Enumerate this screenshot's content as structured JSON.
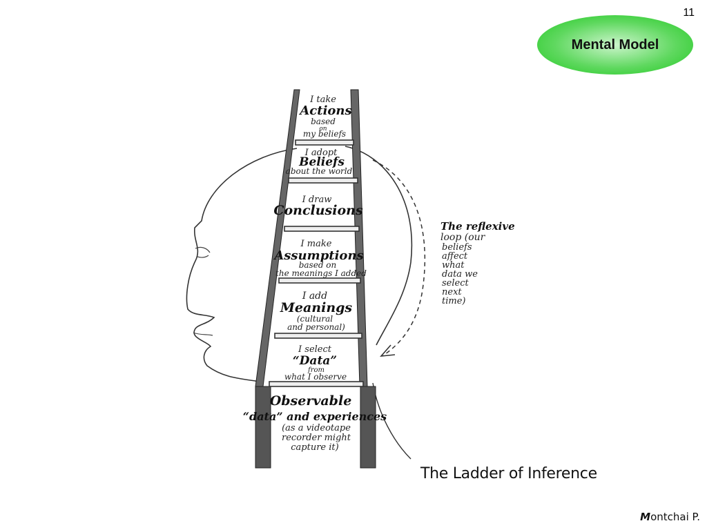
{
  "slide": {
    "page_number": "11",
    "title": "Mental Model",
    "caption": "The Ladder of Inference",
    "author_initial": "M",
    "author_rest": "ontchai P."
  },
  "colors": {
    "badge": "#33cc33",
    "ink": "#222222"
  },
  "ladder": {
    "rungs": [
      {
        "small_top": "I take",
        "big": "Actions",
        "small_bottom": [
          "based",
          "on",
          "my beliefs"
        ]
      },
      {
        "small_top": "I adopt",
        "big": "Beliefs",
        "small_bottom": [
          "about the world"
        ]
      },
      {
        "small_top": "I draw",
        "big": "Conclusions",
        "small_bottom": []
      },
      {
        "small_top": "I make",
        "big": "Assumptions",
        "small_bottom": [
          "based on",
          "the meanings I added"
        ]
      },
      {
        "small_top": "I add",
        "big": "Meanings",
        "small_bottom": [
          "(cultural",
          "and personal)"
        ]
      },
      {
        "small_top": "I select",
        "big": "“Data”",
        "small_bottom": [
          "from",
          "what I observe"
        ]
      }
    ],
    "base": {
      "big": "Observable",
      "line2": "“data” and experiences",
      "small": [
        "(as a videotape",
        "recorder might",
        "capture it)"
      ]
    }
  },
  "loop_note": {
    "lines": [
      "The reflexive",
      "loop (our",
      "beliefs",
      "affect",
      "what",
      "data we",
      "select",
      "next",
      "time)"
    ]
  }
}
